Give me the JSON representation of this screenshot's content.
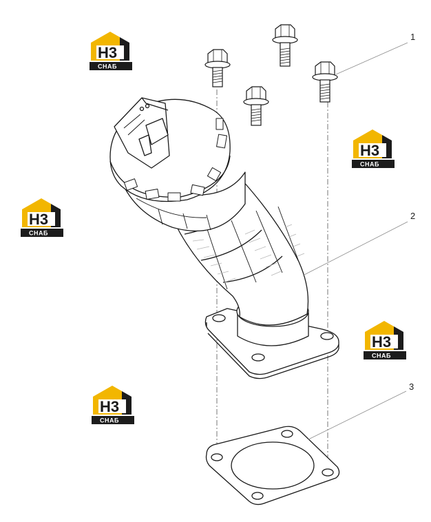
{
  "colors": {
    "logo_yellow": "#f2b600",
    "logo_dark": "#1c1c1c",
    "line": "#1a1a1a",
    "hatch": "#b5b5b5",
    "leader": "#8a8a8a"
  },
  "logo": {
    "brand_top": "H3",
    "brand_bottom": "СНАБ"
  },
  "callouts": [
    {
      "id": "1",
      "label": "1"
    },
    {
      "id": "2",
      "label": "2"
    },
    {
      "id": "3",
      "label": "3"
    }
  ]
}
